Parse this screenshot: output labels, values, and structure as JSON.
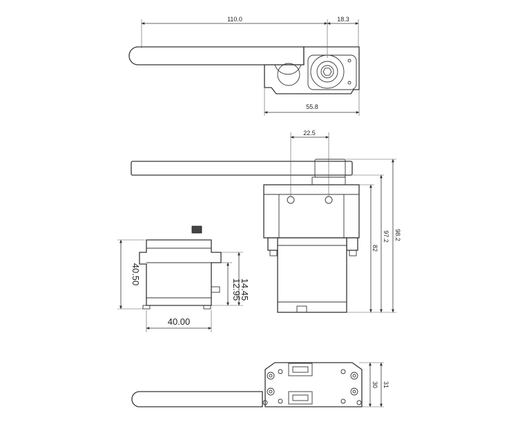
{
  "dimensions": {
    "top_view": {
      "arm_length": "110.0",
      "hub_offset": "18.3",
      "case_length": "55.8"
    },
    "side_view": {
      "hole_spacing": "22.5",
      "body_height": "82",
      "height_to_arm": "97.2",
      "total_height": "98.2"
    },
    "front_view": {
      "height": "40.50",
      "width": "40.00",
      "flange_upper": "14.45",
      "flange_lower": "12.95"
    },
    "bottom_view": {
      "width_inner": "30",
      "width_outer": "31"
    }
  },
  "colors": {
    "line": "#333333",
    "background": "#ffffff"
  }
}
